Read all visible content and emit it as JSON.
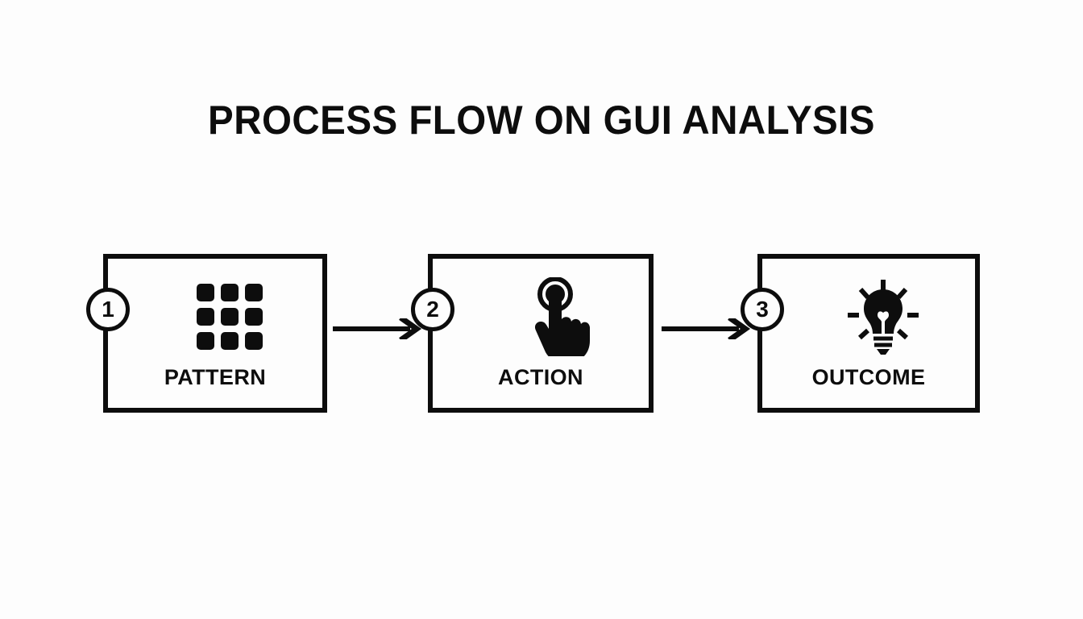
{
  "slide": {
    "title": "PROCESS FLOW ON GUI ANALYSIS",
    "background_color": "#fdfdfd",
    "ink_color": "#0d0d0d"
  },
  "flow": {
    "steps": [
      {
        "number": "1",
        "label": "PATTERN",
        "icon": "grid-icon"
      },
      {
        "number": "2",
        "label": "ACTION",
        "icon": "tap-hand-icon"
      },
      {
        "number": "3",
        "label": "OUTCOME",
        "icon": "lightbulb-icon"
      }
    ],
    "connectors": [
      {
        "name": "arrow-right-icon",
        "from": "PATTERN",
        "to": "ACTION"
      },
      {
        "name": "arrow-right-icon",
        "from": "ACTION",
        "to": "OUTCOME"
      }
    ]
  }
}
